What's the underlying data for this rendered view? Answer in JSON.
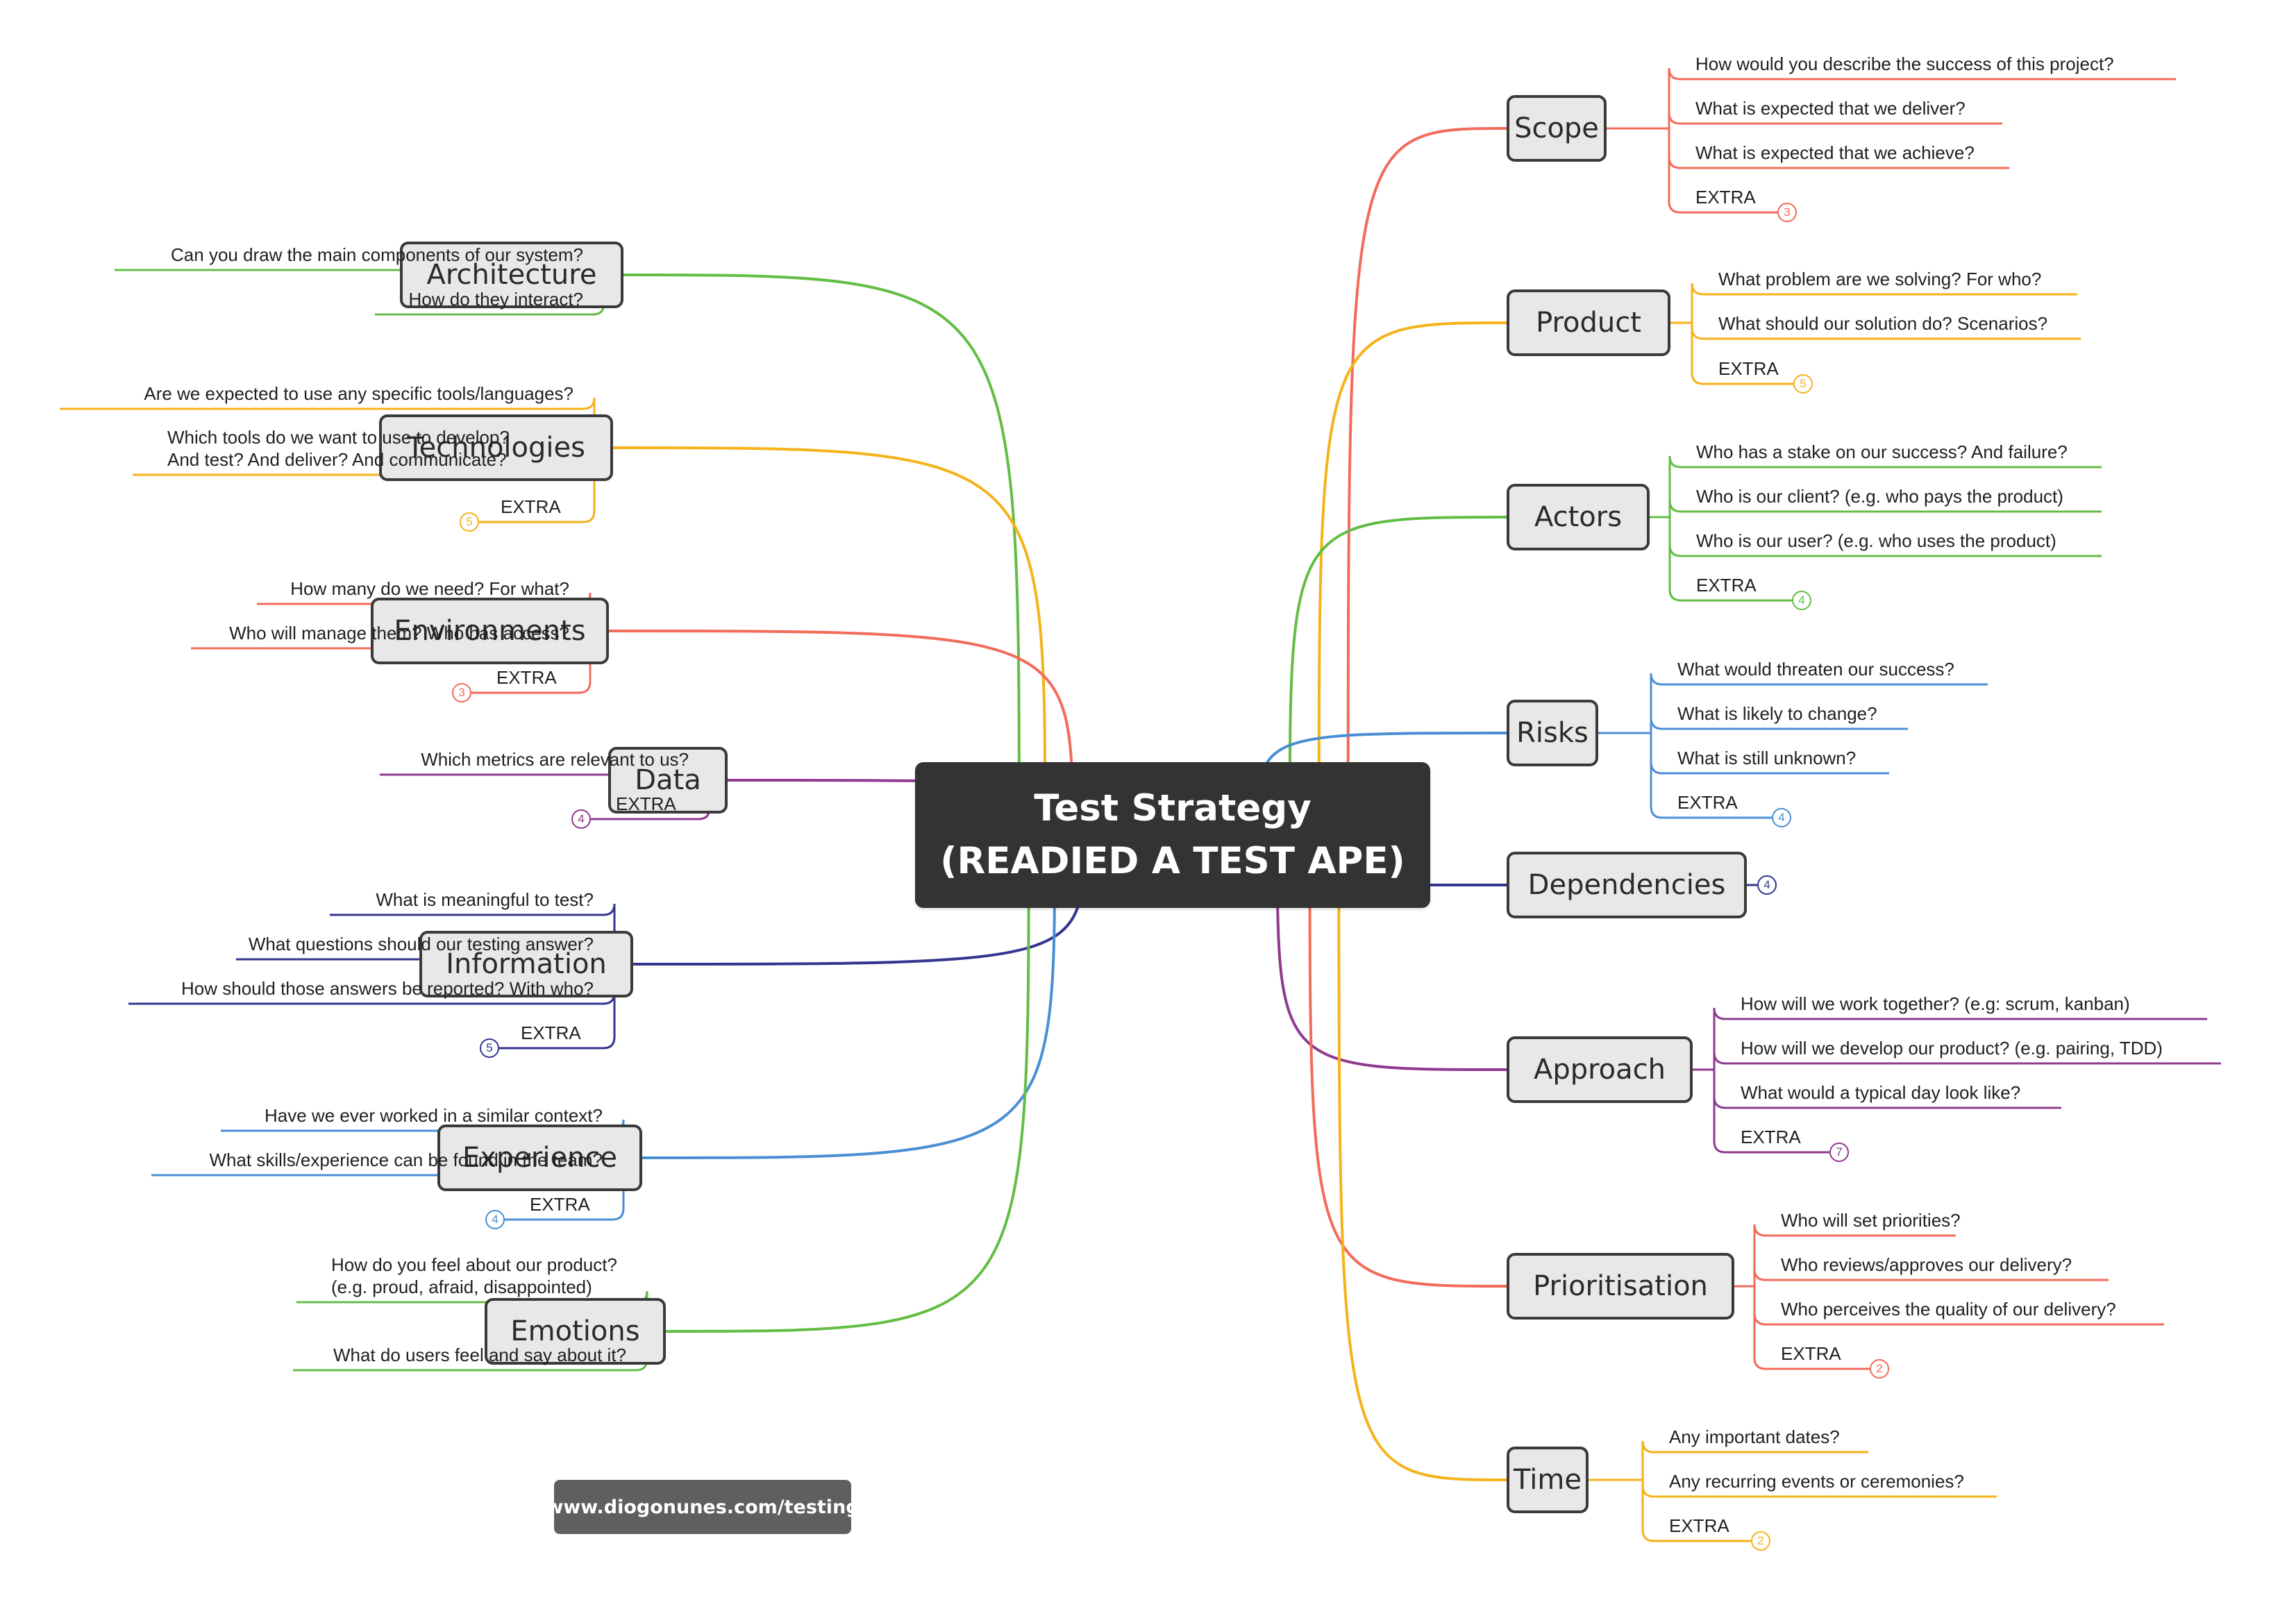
{
  "central": {
    "line1": "Test Strategy",
    "line2": "(READIED A TEST APE)"
  },
  "footer": "www.diogonunes.com/testing",
  "extra_label": "EXTRA",
  "branches": [
    {
      "id": "scope",
      "label": "Scope",
      "color": "#f26b5b",
      "questions": [
        "How would you describe the success of this project?",
        "What is expected that we deliver?",
        "What is expected that we achieve?"
      ],
      "extra": "3"
    },
    {
      "id": "product",
      "label": "Product",
      "color": "#f5b21a",
      "questions": [
        "What problem are we solving? For who?",
        "What should our solution do? Scenarios?"
      ],
      "extra": "5"
    },
    {
      "id": "actors",
      "label": "Actors",
      "color": "#63bd45",
      "questions": [
        "Who has a stake on our success? And failure?",
        "Who is our client? (e.g. who pays the product)",
        "Who is our user? (e.g. who uses the product)"
      ],
      "extra": "4"
    },
    {
      "id": "risks",
      "label": "Risks",
      "color": "#4a8fd6",
      "questions": [
        "What would threaten our success?",
        "What is likely to change?",
        "What is still unknown?"
      ],
      "extra": "4"
    },
    {
      "id": "dependencies",
      "label": "Dependencies",
      "color": "#34358f",
      "questions": [],
      "extra": "4"
    },
    {
      "id": "approach",
      "label": "Approach",
      "color": "#8e3a8e",
      "questions": [
        "How will we work together? (e.g: scrum, kanban)",
        "How will we develop our product? (e.g. pairing, TDD)",
        "What would a typical day look like?"
      ],
      "extra": "7"
    },
    {
      "id": "prioritisation",
      "label": "Prioritisation",
      "color": "#f26b5b",
      "questions": [
        "Who will set priorities?",
        "Who reviews/approves our delivery?",
        "Who perceives the quality of our delivery?"
      ],
      "extra": "2"
    },
    {
      "id": "time",
      "label": "Time",
      "color": "#f5b21a",
      "questions": [
        "Any important dates?",
        "Any recurring events or ceremonies?"
      ],
      "extra": "2"
    },
    {
      "id": "architecture",
      "label": "Architecture",
      "color": "#63bd45",
      "questions": [
        "Can you draw the main components of our system?",
        "How do they interact?"
      ],
      "extra": null
    },
    {
      "id": "technologies",
      "label": "Technologies",
      "color": "#f5b21a",
      "questions": [
        "Are we expected to use any specific tools/languages?",
        "Which tools do we want to use to develop?\nAnd test? And deliver? And communicate?"
      ],
      "extra": "5"
    },
    {
      "id": "environments",
      "label": "Environments",
      "color": "#f26b5b",
      "questions": [
        "How many do we need? For what?",
        "Who will manage them? Who has access?"
      ],
      "extra": "3"
    },
    {
      "id": "data",
      "label": "Data",
      "color": "#8e3a8e",
      "questions": [
        "Which metrics are relevant to us?"
      ],
      "extra": "4"
    },
    {
      "id": "information",
      "label": "Information",
      "color": "#34358f",
      "questions": [
        "What is meaningful to test?",
        "What questions should our testing answer?",
        "How should those answers be reported? With who?"
      ],
      "extra": "5"
    },
    {
      "id": "experience",
      "label": "Experience",
      "color": "#4a8fd6",
      "questions": [
        "Have we ever worked in a similar context?",
        "What skills/experience can be found in the team?"
      ],
      "extra": "4"
    },
    {
      "id": "emotions",
      "label": "Emotions",
      "color": "#63bd45",
      "questions": [
        "How do you feel about our product?\n(e.g. proud, afraid, disappointed)",
        "What do users feel and say about it?"
      ],
      "extra": null
    }
  ]
}
